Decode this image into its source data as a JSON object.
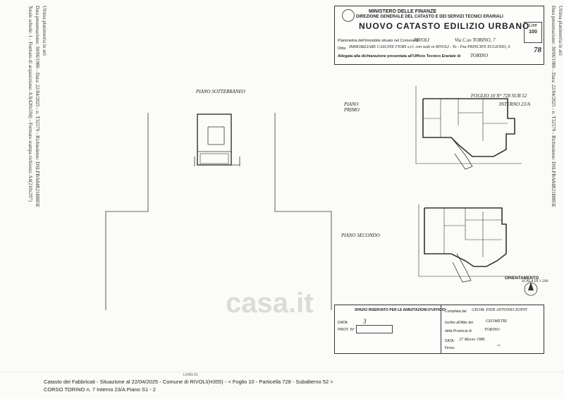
{
  "side_left": {
    "line1": "Ultima planimetria in atti",
    "line2": "Data presentazione: 30/06/1986 - Data: 22/04/2025 - n. T32579 - Richiedente: DSLFBA84R21B885E",
    "line3": "Totale schede: 1 - Formato di acquisizione: A3(420x594) - Formato stampa richiesto: A4(210x297)"
  },
  "side_right": {
    "line1": "Ultima planimetria in atti",
    "line2": "Data presentazione: 30/06/1986 - Data: 22/04/2025 - n. T32579 - Richiedente: DSLFBA84R21B885E"
  },
  "header": {
    "ministry": "MINISTERO DELLE FINANZE",
    "direction": "DIREZIONE GENERALE DEL CATASTO E DEI SERVIZI TECNICI ERARIALI",
    "title": "NUOVO CATASTO EDILIZIO URBANO",
    "stamp_line1": "Lire",
    "stamp_line2": "100",
    "sheet_number": "78",
    "planimetria_label": "Planimetria dell'immobile situato nel Comune di",
    "comune": "RIVOLI",
    "via": "Via C.so TORINO, 7",
    "ditta_label": "Ditta",
    "ditta": "IMMOBILIARE CASCINE FIORI s.r.l. con sede in RIVOLI - To - Pza PRINCIPE EUGENIO, 6",
    "allegata": "Allegata alla dichiarazione presentata all'Ufficio Tecnico Erariale di",
    "ufficio": "TORINO"
  },
  "foglio_ref": "FOGLIO 10 N° 728 SUB 52",
  "interno": "INTERNO 23/A",
  "floors": {
    "basement": "PIANO SOTTERRANEO",
    "first": "PIANO PRIMO",
    "second": "PIANO SECONDO"
  },
  "orientamento": "ORIENTAMENTO",
  "scala": "SCALA DI 1:200",
  "office": {
    "reserved": "SPAZIO RISERVATO PER LE ANNOTAZIONI D'UFFICIO",
    "data_label": "DATA",
    "data_value": "3",
    "prot_label": "PROT. N°",
    "compilata_label": "Compilata dal",
    "compilata_value": "GEOM. PIER ANTONIO ZOPPI",
    "iscritto_label": "Iscritto all'Albo dei",
    "iscritto_value": "GEOMETRI",
    "provincia_label": "della Provincia di",
    "provincia_value": "TORINO",
    "date_label": "DATA",
    "date_value": "27 Marzo 1986",
    "firma_label": "Firma:"
  },
  "footer": {
    "line1": "Catasto dei Fabbricati - Situazione al 22/04/2025 - Comune di RIVOLI(H355) - < Foglio 10 - Particella 728 - Subalterno 52 >",
    "line2": "CORSO TORINO n. 7 Interno 23/A Piano S1 - 2",
    "page_tag": "LUNG 01"
  },
  "watermark": "casa.it"
}
